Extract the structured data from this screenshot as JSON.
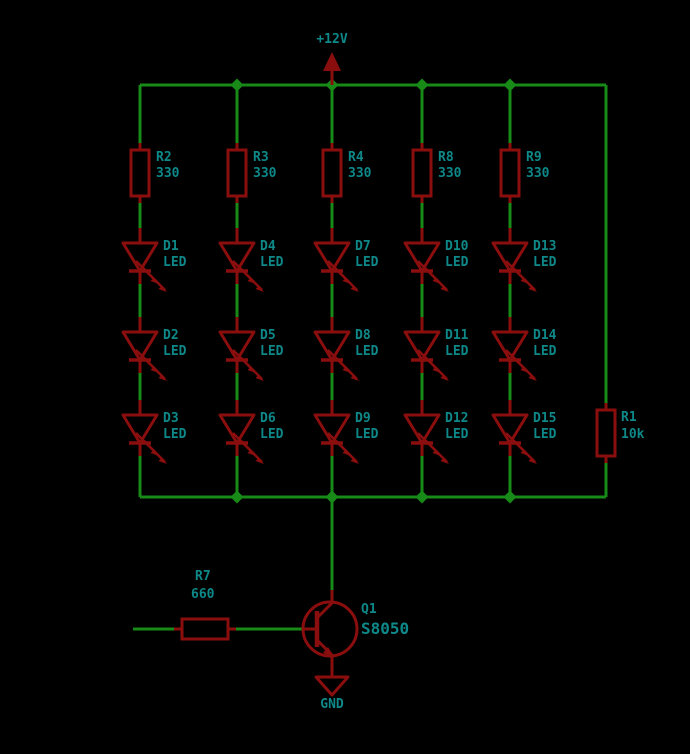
{
  "schematic": {
    "title": "led-array-schematic",
    "colors": {
      "background": "#000000",
      "wire": "#178A17",
      "component": "#8B0E0E",
      "text": "#0E8888"
    },
    "power": {
      "label": "+12V"
    },
    "ground": {
      "label": "GND"
    },
    "columns": [
      {
        "resistor": {
          "ref": "R2",
          "value": "330"
        },
        "leds": [
          {
            "ref": "D1",
            "value": "LED"
          },
          {
            "ref": "D2",
            "value": "LED"
          },
          {
            "ref": "D3",
            "value": "LED"
          }
        ]
      },
      {
        "resistor": {
          "ref": "R3",
          "value": "330"
        },
        "leds": [
          {
            "ref": "D4",
            "value": "LED"
          },
          {
            "ref": "D5",
            "value": "LED"
          },
          {
            "ref": "D6",
            "value": "LED"
          }
        ]
      },
      {
        "resistor": {
          "ref": "R4",
          "value": "330"
        },
        "leds": [
          {
            "ref": "D7",
            "value": "LED"
          },
          {
            "ref": "D8",
            "value": "LED"
          },
          {
            "ref": "D9",
            "value": "LED"
          }
        ]
      },
      {
        "resistor": {
          "ref": "R8",
          "value": "330"
        },
        "leds": [
          {
            "ref": "D10",
            "value": "LED"
          },
          {
            "ref": "D11",
            "value": "LED"
          },
          {
            "ref": "D12",
            "value": "LED"
          }
        ]
      },
      {
        "resistor": {
          "ref": "R9",
          "value": "330"
        },
        "leds": [
          {
            "ref": "D13",
            "value": "LED"
          },
          {
            "ref": "D14",
            "value": "LED"
          },
          {
            "ref": "D15",
            "value": "LED"
          }
        ]
      }
    ],
    "right_resistor": {
      "ref": "R1",
      "value": "10k"
    },
    "base_resistor": {
      "ref": "R7",
      "value": "660"
    },
    "transistor": {
      "ref": "Q1",
      "value": "S8050"
    }
  }
}
